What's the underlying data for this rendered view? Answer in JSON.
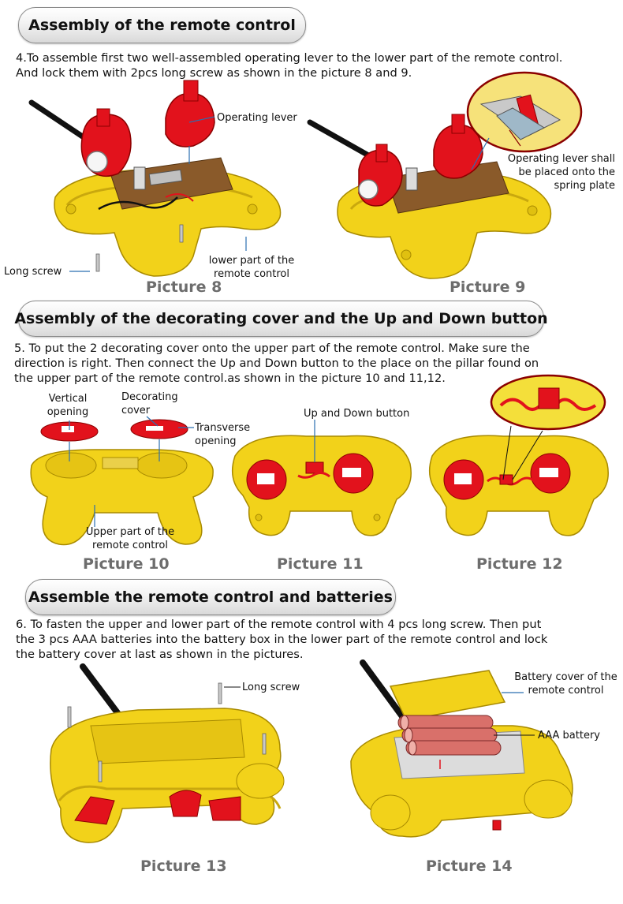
{
  "sections": [
    {
      "heading": "Assembly of the remote control",
      "paragraph": [
        "4.To assemble first two well-assembled operating lever to the lower part of the remote control.",
        "And lock them with 2pcs long screw as shown in the picture 8 and 9."
      ]
    },
    {
      "heading": "Assembly of the decorating cover and the Up and Down button",
      "paragraph": [
        "5. To put the 2 decorating cover onto the upper part of the remote control. Make sure the",
        "direction is right. Then connect the Up and Down button to the place on the pillar found on",
        "the upper part of the remote control.as shown in the picture 10 and 11,12."
      ]
    },
    {
      "heading": "Assemble the remote control and batteries",
      "paragraph": [
        "6. To fasten the upper and lower part of the remote control with 4 pcs long screw. Then put",
        "the 3 pcs AAA batteries into the battery box in the lower part of the remote control and lock",
        "the battery cover at last as shown in the pictures."
      ]
    }
  ],
  "pictures": {
    "p8": "Picture 8",
    "p9": "Picture 9",
    "p10": "Picture 10",
    "p11": "Picture 11",
    "p12": "Picture 12",
    "p13": "Picture 13",
    "p14": "Picture 14"
  },
  "labels": {
    "operating_lever": "Operating lever",
    "long_screw_8": "Long screw",
    "lower_part": [
      "lower part of the",
      "remote control"
    ],
    "lever_on_spring": [
      "Operating lever shall",
      "be placed onto the",
      "spring plate"
    ],
    "vertical_opening": [
      "Vertical",
      "opening"
    ],
    "decorating_cover": [
      "Decorating",
      "cover"
    ],
    "transverse_opening": [
      "Transverse",
      "opening"
    ],
    "up_down_button": "Up and Down button",
    "upper_part": [
      "Upper part of the",
      "remote control"
    ],
    "long_screw_13": "Long screw",
    "battery_cover": [
      "Battery cover of the",
      "remote control"
    ],
    "aaa_battery": "AAA battery"
  },
  "colors": {
    "housing_yellow": "#f2d21a",
    "housing_shade": "#c9a80e",
    "part_red": "#e2121c",
    "leader_blue": "#2a6fb0",
    "caption_gray": "#6d6d6d",
    "battery_pink": "#d9706a"
  }
}
